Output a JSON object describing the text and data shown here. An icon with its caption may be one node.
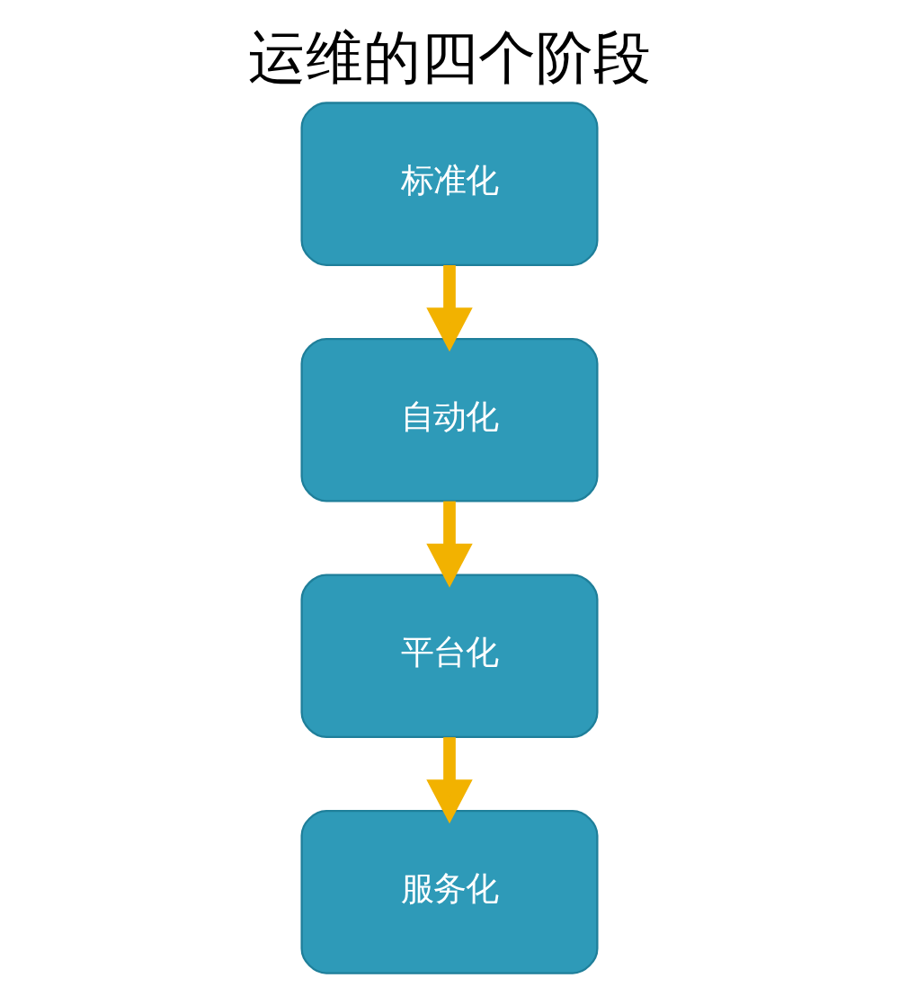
{
  "diagram": {
    "title": "运维的四个阶段",
    "nodes": [
      {
        "text": [
          "标准化"
        ]
      },
      {
        "text": [
          "自动化"
        ]
      },
      {
        "text": [
          "平台化"
        ]
      },
      {
        "text": [
          "服务化"
        ]
      }
    ],
    "edges": [
      {
        "from": 0,
        "to": 1,
        "arrow": "to"
      },
      {
        "from": 1,
        "to": 2,
        "arrow": "to"
      },
      {
        "from": 2,
        "to": 3,
        "arrow": "to"
      }
    ]
  }
}
